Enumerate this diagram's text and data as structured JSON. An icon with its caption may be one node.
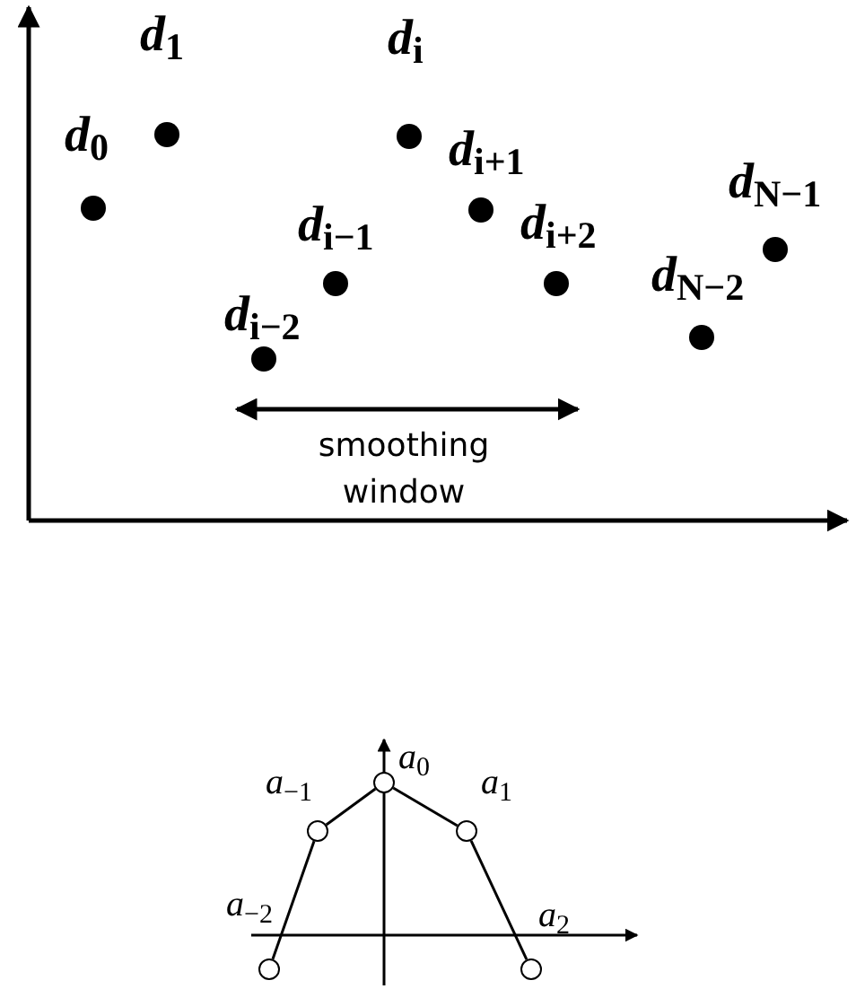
{
  "diagram": {
    "nodes": [
      {
        "text": [],
        "shape": "circle",
        "beside": [
          "*a*$_{−2}$"
        ]
      },
      {
        "text": [],
        "shape": "circle",
        "beside": [
          "*a*$_{−1}$"
        ]
      },
      {
        "text": [],
        "shape": "circle",
        "beside": [
          "*a*$_{0}$"
        ]
      },
      {
        "text": [],
        "shape": "circle",
        "beside": [
          "*a*$_{1}$"
        ]
      },
      {
        "text": [],
        "shape": "circle",
        "beside": [
          "*a*$_{2}$"
        ]
      }
    ],
    "edges": [
      {
        "from": 0,
        "to": 1,
        "arrow": "none"
      },
      {
        "from": 1,
        "to": 2,
        "arrow": "none"
      },
      {
        "from": 2,
        "to": 3,
        "arrow": "none"
      },
      {
        "from": 3,
        "to": 4,
        "arrow": "none"
      }
    ],
    "labels": [
      "*d*$_{0}$",
      "*d*$_{1}$",
      "*d*$_{i}$",
      "*d*$_{i+1}$",
      "*d*$_{i−1}$",
      "*d*$_{i+2}$",
      "*d*$_{N−1}$",
      "*d*$_{i−2}$",
      "*d*$_{N−2}$",
      "smoothing window"
    ]
  }
}
